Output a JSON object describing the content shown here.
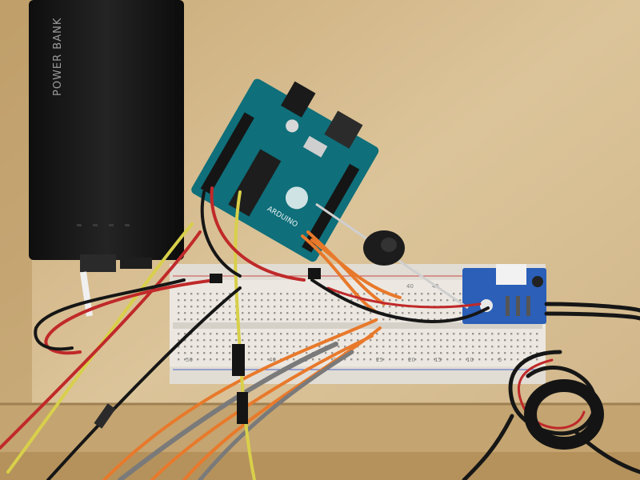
{
  "power_bank": {
    "label": "POWER BANK"
  },
  "breadboard": {
    "top_numbers": [
      "40",
      "45"
    ],
    "bottom_numbers": [
      "50",
      "45",
      "40",
      "35",
      "30",
      "25",
      "20",
      "15",
      "10",
      "5"
    ]
  },
  "arduino": {
    "brand": "ARDUINO"
  },
  "colors": {
    "wood": "#d6bd91",
    "power_bank": "#151515",
    "arduino_board": "#0f6f7a",
    "module_board": "#2b5fb8",
    "wire_orange": "#e8792b",
    "wire_red": "#c0292a",
    "wire_yellow": "#d8d04a",
    "wire_black": "#161616",
    "wire_gray": "#7a7a7a",
    "ferrite": "#1c1c1c"
  }
}
